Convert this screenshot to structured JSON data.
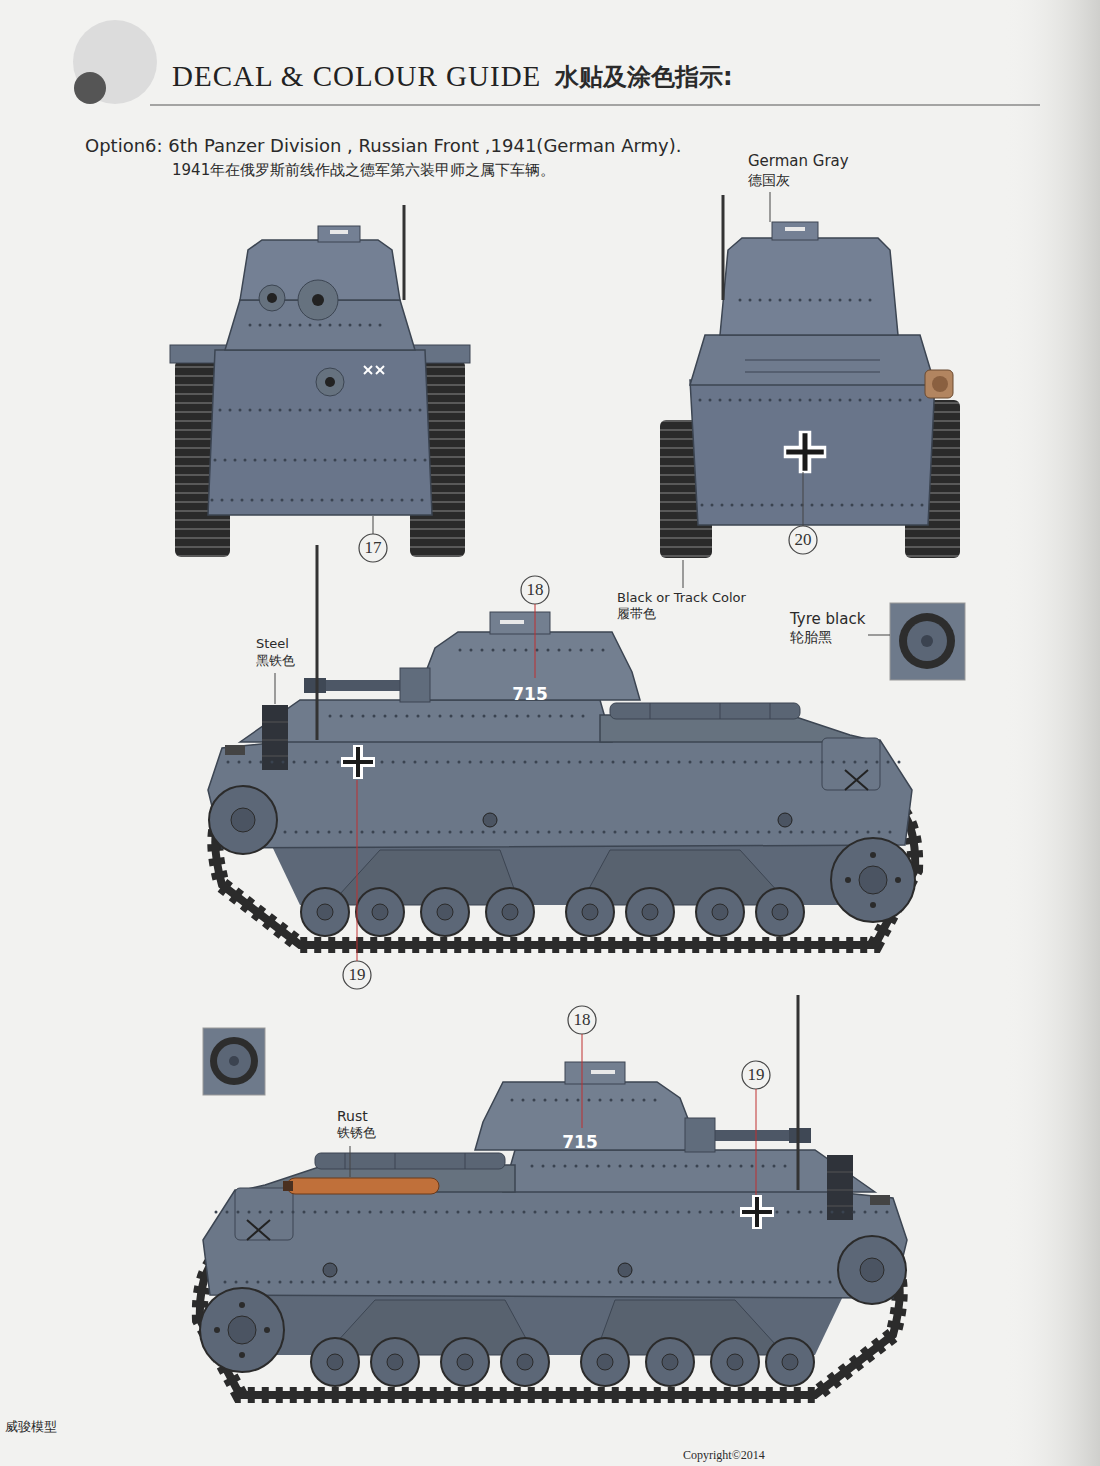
{
  "diagram": {
    "title": "DECAL & COLOUR GUIDE",
    "labels": [
      "水贴及涂色指示:",
      "Option6: 6th Panzer Division , Russian Front ,1941(German Army).",
      "1941年在俄罗斯前线作战之德军第六装甲师之属下车辆。",
      "German Gray",
      "德国灰",
      "17",
      "20",
      "Black or Track Color",
      "履带色",
      "Tyre black",
      "轮胎黑",
      "18",
      "Steel",
      "黑铁色",
      "715",
      "19",
      "18",
      "19",
      "Rust",
      "铁锈色",
      "715",
      "威骏模型",
      "Copyright©2014"
    ]
  }
}
